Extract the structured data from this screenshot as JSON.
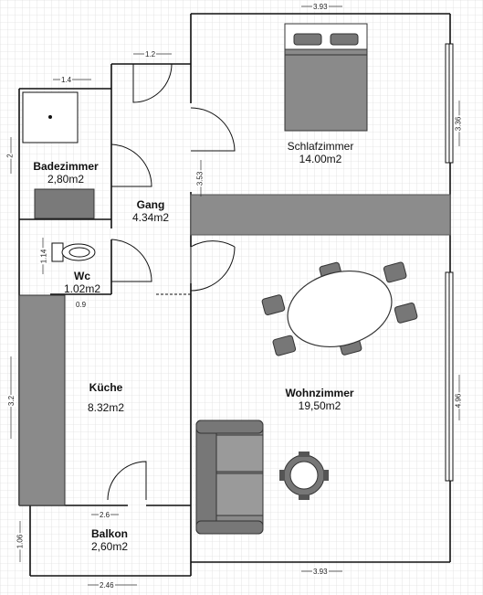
{
  "rooms": {
    "schlafzimmer": {
      "name": "Schlafzimmer",
      "area": "14.00m2"
    },
    "badezimmer": {
      "name": "Badezimmer",
      "area": "2,80m2"
    },
    "gang": {
      "name": "Gang",
      "area": "4.34m2"
    },
    "wc": {
      "name": "Wc",
      "area": "1.02m2"
    },
    "kueche": {
      "name": "Küche",
      "area": "8.32m2"
    },
    "wohnzimmer": {
      "name": "Wohnzimmer",
      "area": "19,50m2"
    },
    "balkon": {
      "name": "Balkon",
      "area": "2,60m2"
    }
  },
  "dimensions": {
    "top_width": "3.93",
    "bath_door": "1.2",
    "bath_width": "1.4",
    "bath_height": "2",
    "bed_height": "3.36",
    "gang_height": "3.53",
    "wc_height": "1.14",
    "wc_width": "0.9",
    "kitchen_height": "3.2",
    "living_height": "4.96",
    "balcony_top": "2.6",
    "balcony_height": "1.06",
    "balcony_width": "2.46",
    "bottom_width": "3.93"
  },
  "colors": {
    "wall": "#111111",
    "furniture_fill": "#8a8a8a",
    "furniture_dark": "#6e6e6e",
    "grid": "#d6d6d6",
    "partition": "#8c8c8c"
  }
}
